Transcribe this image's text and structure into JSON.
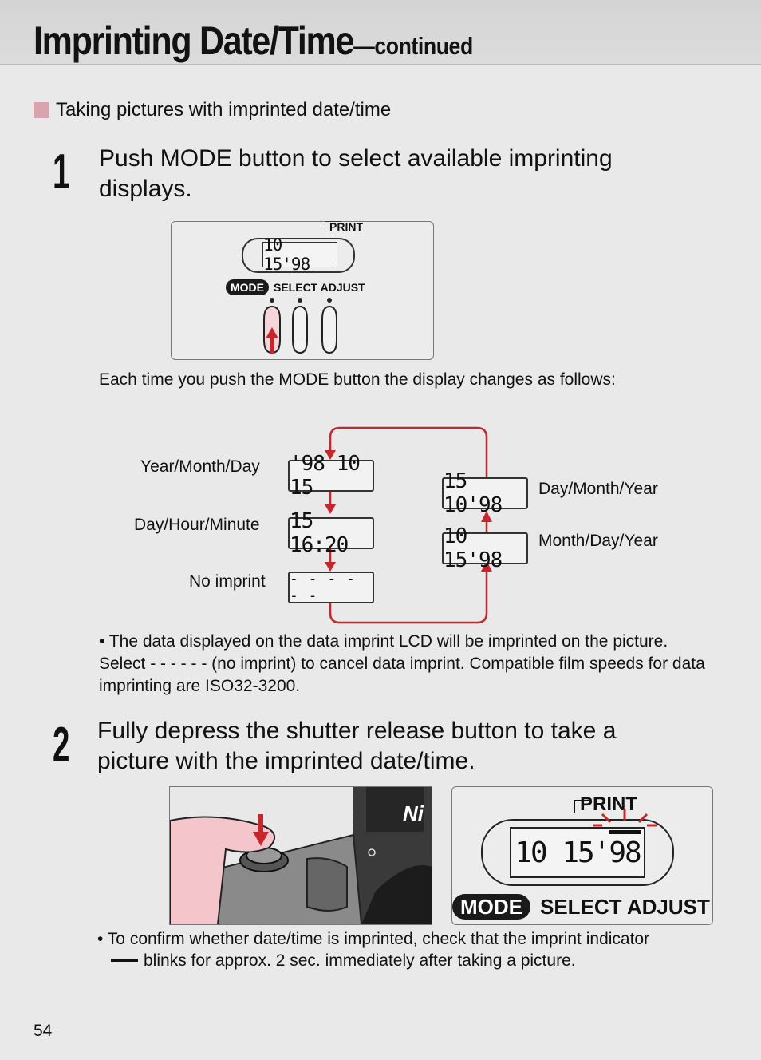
{
  "header": {
    "title_main": "Imprinting Date/Time",
    "title_suffix": "—continued"
  },
  "section": {
    "label": "Taking pictures with imprinted date/time"
  },
  "step1": {
    "number": "1",
    "text": "Push MODE button to select available imprinting displays.",
    "panel": {
      "print_label": "PRINT",
      "lcd_value": "10 15'98",
      "mode_label": "MODE",
      "buttons_label": "SELECT ADJUST"
    },
    "intro": "Each time you push the MODE button the display changes as follows:",
    "displays": [
      {
        "label": "Year/Month/Day",
        "value": "'98 10 15"
      },
      {
        "label": "Day/Hour/Minute",
        "value": "15 16:20"
      },
      {
        "label": "No imprint",
        "value": "- - - - - -"
      },
      {
        "label": "Day/Month/Year",
        "value": "15 10'98"
      },
      {
        "label": "Month/Day/Year",
        "value": "10 15'98"
      }
    ],
    "note": "• The data displayed on the data imprint LCD will be imprinted on the picture. Select - -  - -  - - (no imprint) to cancel data imprint. Compatible film speeds for data imprinting are ISO32-3200."
  },
  "step2": {
    "number": "2",
    "text": "Fully depress the shutter release button to take a picture with the imprinted date/time.",
    "camera_logo": "Ni",
    "panel": {
      "print_label": "PRINT",
      "lcd_value": "10 15'98",
      "mode_label": "MODE",
      "buttons_label": "SELECT ADJUST"
    },
    "note_line1": "• To confirm whether date/time is imprinted, check that the imprint indicator",
    "note_line2": "blinks for approx. 2 sec. immediately after taking a picture."
  },
  "footer": {
    "page_number": "54"
  },
  "colors": {
    "accent_red": "#c8262c",
    "section_marker": "#d9a3ad",
    "hand_pink": "#f4c6cc"
  }
}
